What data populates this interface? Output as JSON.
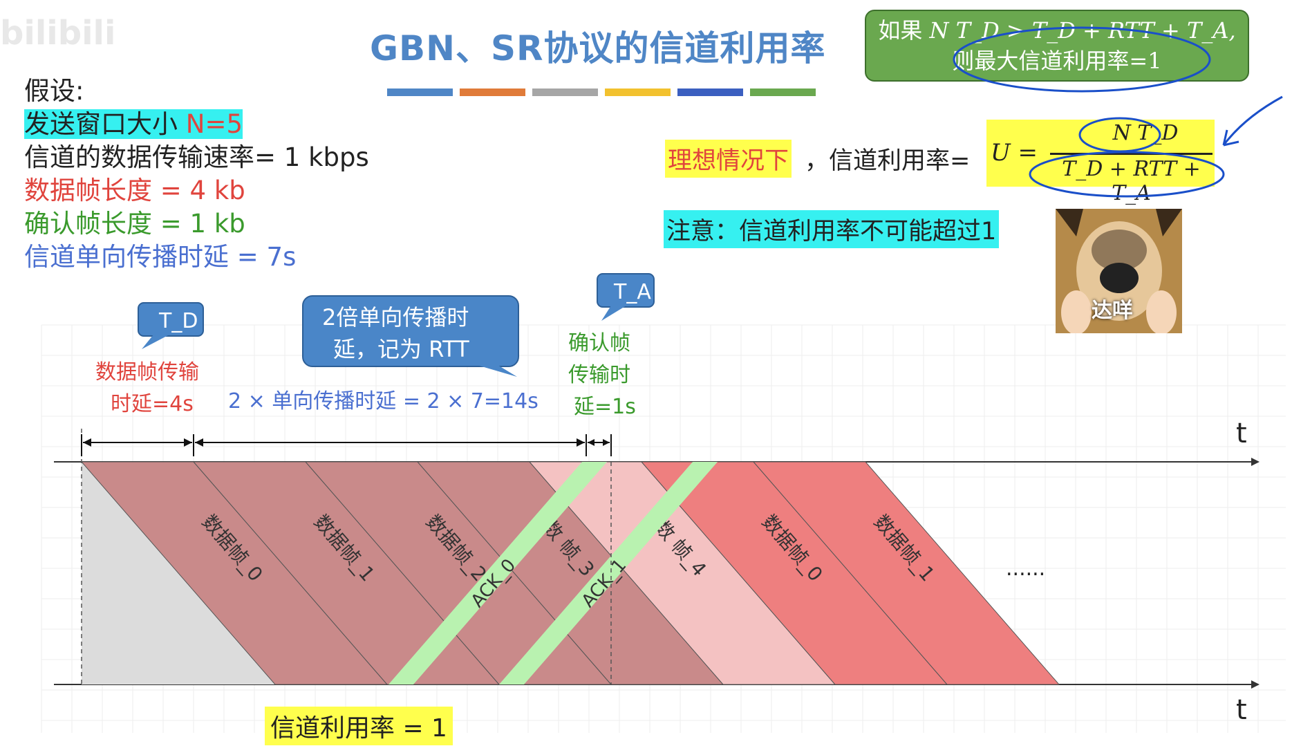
{
  "watermark": "bilibili",
  "title": "GBN、SR协议的信道利用率",
  "title_bars": [
    "#4f86c6",
    "#e07b39",
    "#a6a6a6",
    "#f2c12e",
    "#3b5fc0",
    "#6aa84f"
  ],
  "assumptions": {
    "heading": "假设:",
    "window_prefix": "发送窗口大小 ",
    "window_value": "N=5",
    "rate": "信道的数据传输速率= 1 kbps",
    "data_frame": "数据帧长度 = 4 kb",
    "ack_frame": "确认帧长度 = 1 kb",
    "prop_delay": "信道单向传播时延 = 7s"
  },
  "green_callout": {
    "line1_prefix": "如果 ",
    "line1_formula": "N T_D > T_D + RTT + T_A,",
    "line2": "则最大信道利用率=1"
  },
  "ideal": {
    "label": "理想情况下",
    "suffix": "，信道利用率=",
    "formula_lhs": "U =",
    "numerator": "N T_D",
    "denominator": "T_D + RTT + T_A"
  },
  "note": "注意：信道利用率不可能超过1",
  "meme_caption": "达咩",
  "bubbles": {
    "td": "T_D",
    "rtt_line1": "2倍单向传播时",
    "rtt_line2": "延，记为 RTT",
    "ta": "T_A"
  },
  "annotations": {
    "td_line1": "数据帧传输",
    "td_line2": "时延=4s",
    "rtt": "2 × 单向传播时延 = 2 × 7=14s",
    "ta_line1": "确认帧",
    "ta_line2": "传输时",
    "ta_line3": "延=1s"
  },
  "axis_label": "t",
  "frames": [
    {
      "label": "数据帧_0",
      "color": "#c98a8a"
    },
    {
      "label": "数据帧_1",
      "color": "#c98a8a"
    },
    {
      "label": "数据帧_2",
      "color": "#c98a8a"
    },
    {
      "label": "数",
      "label2": "帧_3",
      "color": "#c98a8a"
    },
    {
      "label": "数",
      "label2": "帧_4",
      "color": "#f4c2c2"
    },
    {
      "label": "数据帧_0",
      "color": "#ee7f7f"
    },
    {
      "label": "数据帧_1",
      "color": "#ee7f7f"
    }
  ],
  "acks": [
    "ACK_0",
    "ACK_1"
  ],
  "ellipsis": "......",
  "utilization": "信道利用率 = 1",
  "colors": {
    "red_text": "#e0443d",
    "green_text": "#3a9a2c",
    "blue_text": "#4a6fd0",
    "ack_green": "#b9f2b0",
    "highlight_yellow": "#ffff4d",
    "highlight_cyan": "#36f0f0",
    "bubble_blue": "#4a86c8"
  }
}
